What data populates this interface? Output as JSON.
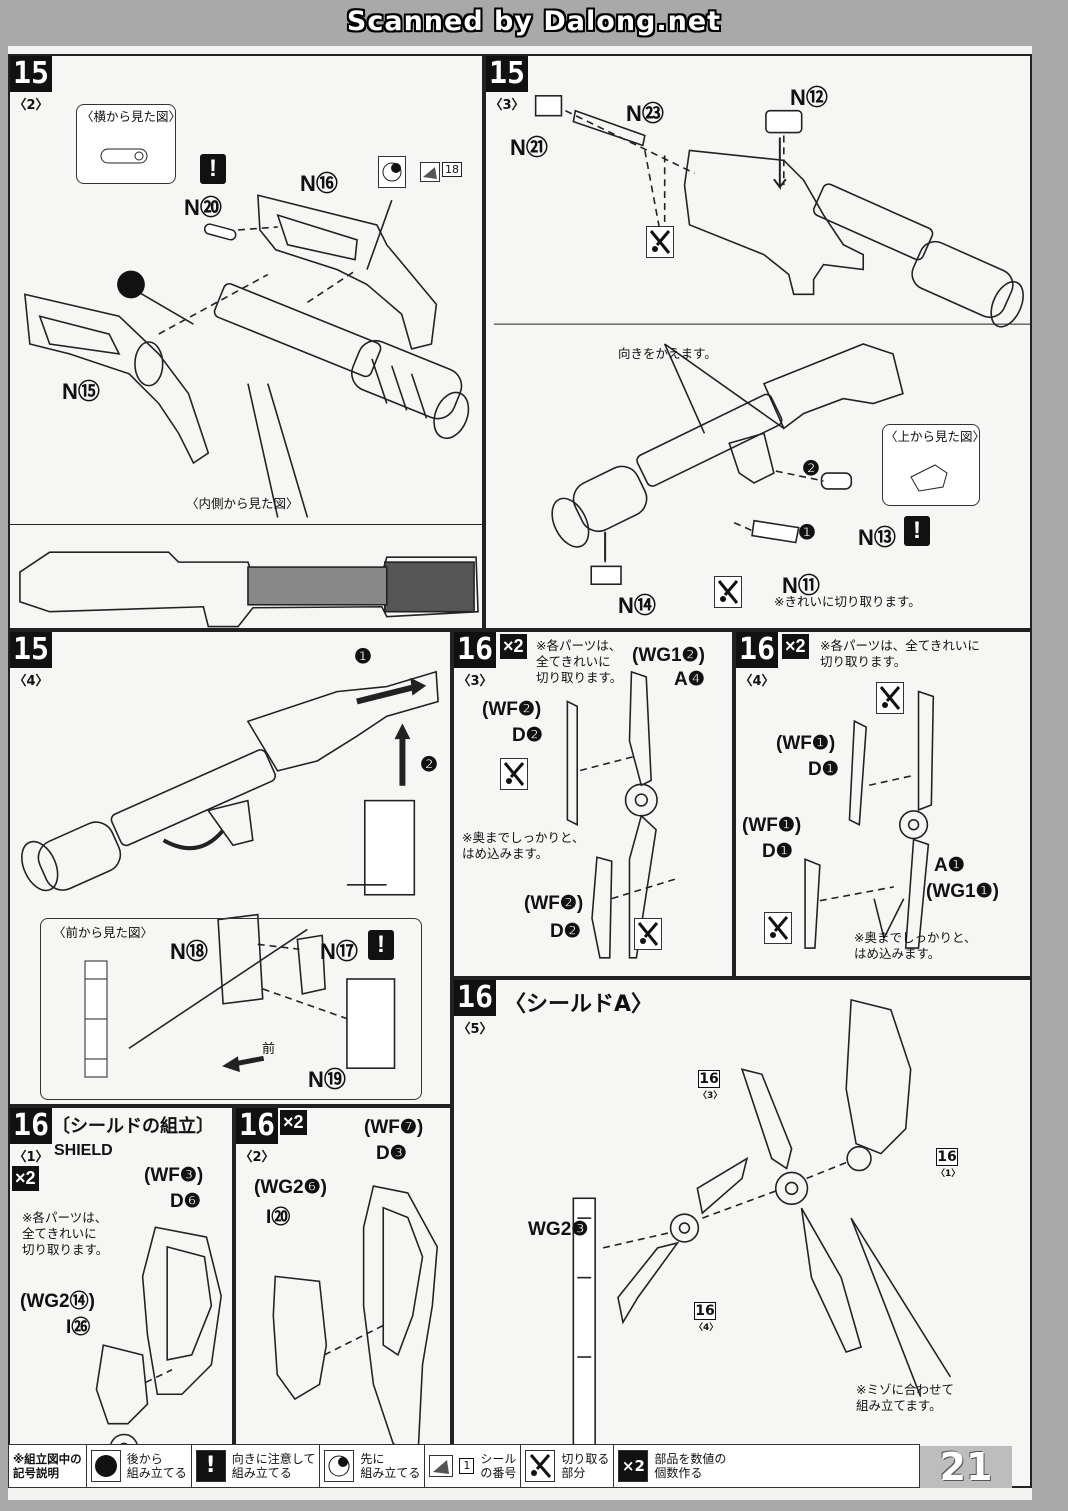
{
  "header": {
    "scan_credit": "Scanned by Dalong.net"
  },
  "panels": {
    "p15_2": {
      "step": "15",
      "sub": "〈2〉",
      "inset_side": "〈横から見た図〉",
      "inset_inner": "〈内側から見た図〉",
      "parts": {
        "n20": "N⑳",
        "n16": "N⑯",
        "n15": "N⑮"
      },
      "seal_no": "18"
    },
    "p15_3": {
      "step": "15",
      "sub": "〈3〉",
      "parts": {
        "n21": "N㉑",
        "n23": "N㉓",
        "n12": "N⑫",
        "n13": "N⑬",
        "n14": "N⑭",
        "n11": "N⑪"
      },
      "note_turn": "向きをかえます。",
      "inset_top": "〈上から見た図〉",
      "note_cut": "※きれいに切り取ります。",
      "step1": "❶",
      "step2": "❷"
    },
    "p15_4": {
      "step": "15",
      "sub": "〈4〉",
      "inset_front": "〈前から見た図〉",
      "parts": {
        "n18": "N⑱",
        "n17": "N⑰",
        "n19": "N⑲"
      },
      "front": "前",
      "step1": "❶",
      "step2": "❷"
    },
    "p16_3": {
      "step": "16",
      "sub": "〈3〉",
      "multiplier": "×2",
      "note_cut": "※各パーツは、\n全てきれいに\n切り取ります。",
      "part_wg12": "(WG1❷)",
      "part_a4": "A❹",
      "part_wf2a": "(WF❷)",
      "part_d2a": "D❷",
      "note_press": "※奥までしっかりと、\nはめ込みます。",
      "part_wf2b": "(WF❷)",
      "part_d2b": "D❷"
    },
    "p16_4": {
      "step": "16",
      "sub": "〈4〉",
      "multiplier": "×2",
      "note_cut": "※各パーツは、全てきれいに\n切り取ります。",
      "part_wf1a": "(WF❶)",
      "part_d1a": "D❶",
      "part_wf1b": "(WF❶)",
      "part_d1b": "D❶",
      "part_a1": "A❶",
      "part_wg11": "(WG1❶)",
      "note_press": "※奥までしっかりと、\nはめ込みます。"
    },
    "p16_5": {
      "step": "16",
      "sub": "〈5〉",
      "title": "〈シールドA〉",
      "part_wg23": "WG2❸",
      "ref3": "16",
      "ref3_sub": "〈3〉",
      "ref4": "16",
      "ref4_sub": "〈4〉",
      "ref1": "16",
      "ref1_sub": "〈1〉",
      "note_groove": "※ミゾに合わせて\n組み立てます。"
    },
    "p16_1": {
      "step": "16",
      "sub": "〈1〉",
      "title_jp": "〔シールドの組立〕",
      "title_en": "SHIELD",
      "multiplier": "×2",
      "note_cut": "※各パーツは、\n全てきれいに\n切り取ります。",
      "part_wf3": "(WF❸)",
      "part_d6": "D❻",
      "part_wg214": "(WG2⑭)",
      "part_i26": "I㉖"
    },
    "p16_2": {
      "step": "16",
      "sub": "〈2〉",
      "multiplier": "×2",
      "part_wg26": "(WG2❻)",
      "part_i20": "I⑳",
      "part_wf7": "(WF❼)",
      "part_d3": "D❸"
    }
  },
  "legend": {
    "title": "※組立図中の\n記号説明",
    "items": [
      {
        "icon": "black-circle-icon",
        "text": "後から\n組み立てる"
      },
      {
        "icon": "exclamation-icon",
        "text": "向きに注意して\n組み立てる"
      },
      {
        "icon": "white-circle-icon",
        "text": "先に\n組み立てる"
      },
      {
        "icon": "seal-icon",
        "text": "シール\nの番号",
        "num": "1"
      },
      {
        "icon": "nipper-icon",
        "text": "切り取る\n部分"
      },
      {
        "icon": "x2-icon",
        "label": "×2",
        "text": "部品を数値の\n個数作る"
      }
    ]
  },
  "page_number": "21"
}
